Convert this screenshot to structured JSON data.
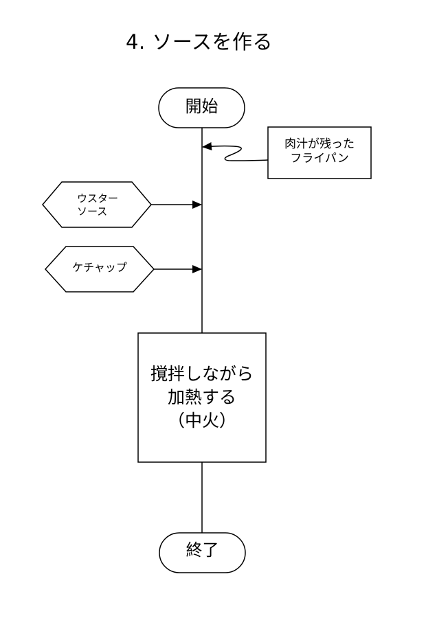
{
  "title": "4. ソースを作る",
  "nodes": {
    "start": "開始",
    "end": "終了",
    "pan_line1": "肉汁が残った",
    "pan_line2": "フライパン",
    "sauce_line1": "ウスター",
    "sauce_line2": "ソース",
    "ketchup": "ケチャップ",
    "process_line1": "撹拌しながら",
    "process_line2": "加熱する",
    "process_line3": "（中火）"
  }
}
